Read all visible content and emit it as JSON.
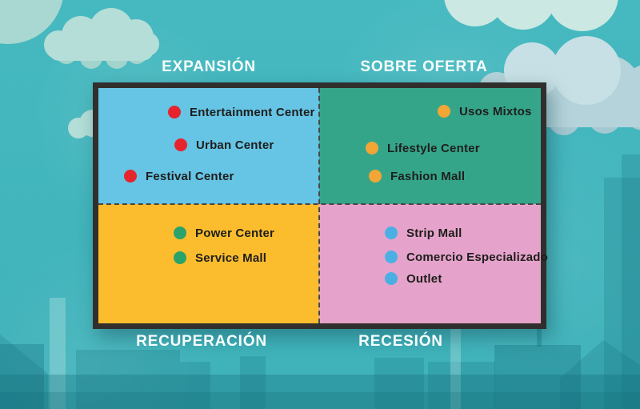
{
  "figure": {
    "type": "quadrant-matrix",
    "quadrants": [
      {
        "position": "top-left",
        "title": "EXPANSIÓN",
        "bg_color": "#66c4e5",
        "dot_color": "#e5242d",
        "items": [
          "Entertainment Center",
          "Urban Center",
          "Festival Center"
        ]
      },
      {
        "position": "top-right",
        "title": "SOBRE OFERTA",
        "bg_color": "#35a58a",
        "dot_color": "#f3a635",
        "items": [
          "Usos Mixtos",
          "Lifestyle Center",
          "Fashion Mall"
        ]
      },
      {
        "position": "bottom-left",
        "title": "RECUPERACIÓN",
        "bg_color": "#fbbc2e",
        "dot_color": "#2aa36b",
        "items": [
          "Power Center",
          "Service Mall"
        ]
      },
      {
        "position": "bottom-right",
        "title": "RECESIÓN",
        "bg_color": "#e5a3cb",
        "dot_color": "#4cafe4",
        "items": [
          "Strip Mall",
          "Comercio Especializado",
          "Outlet"
        ]
      }
    ],
    "frame_color": "#312f2e",
    "divider_color": "#474747",
    "divider_style": "dashed",
    "background": {
      "sky_color": "#43b6be",
      "cloud_color": "#b4ded7",
      "right_cloud_color": "#b5d3da",
      "skyline": "city silhouette"
    }
  }
}
